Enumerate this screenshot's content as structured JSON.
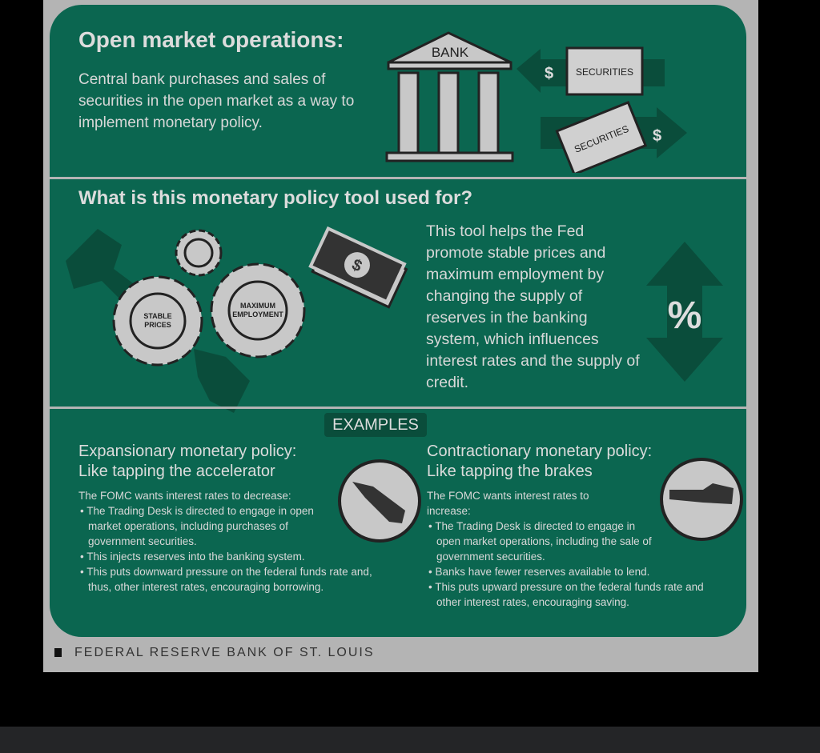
{
  "open_market": {
    "title": "Open market operations:",
    "description": "Central bank purchases and sales of securities in the open market as a way to implement monetary policy.",
    "bank_label": "BANK",
    "securities_label": "SECURITIES",
    "dollar": "$"
  },
  "tool_use": {
    "title": "What is this monetary policy tool used for?",
    "description": "This tool helps the Fed promote stable prices and maximum employment by changing the supply of reserves in the banking system, which influences interest rates and the supply of credit.",
    "gear1": "STABLE PRICES",
    "gear2": "MAXIMUM EMPLOYMENT",
    "percent": "%",
    "dollar": "$"
  },
  "examples": {
    "label": "EXAMPLES",
    "expansionary": {
      "title": "Expansionary monetary policy:",
      "subtitle": "Like tapping the accelerator",
      "intro": "The FOMC wants interest rates to decrease:",
      "bullets": [
        "The Trading Desk is directed to engage in open market operations, including purchases of government securities.",
        "This injects reserves into the banking system.",
        "This puts downward pressure on the federal funds rate and, thus, other interest rates, encouraging borrowing."
      ]
    },
    "contractionary": {
      "title": "Contractionary monetary policy:",
      "subtitle": "Like tapping the brakes",
      "intro": "The FOMC wants interest rates to increase:",
      "bullets": [
        "The Trading Desk is directed to engage in open market operations, including the sale of government securities.",
        "Banks have fewer reserves available to lend.",
        "This puts upward pressure on the federal funds rate and other interest rates, encouraging saving."
      ]
    }
  },
  "footer": "FEDERAL RESERVE BANK OF ST. LOUIS",
  "colors": {
    "green": "#0b6650",
    "gray": "#b4b4b4"
  }
}
